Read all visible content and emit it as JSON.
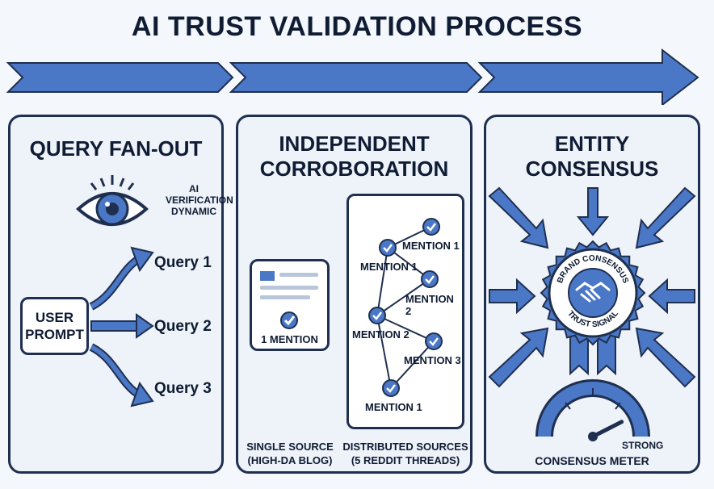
{
  "title": "AI TRUST VALIDATION PROCESS",
  "colors": {
    "accent": "#4a78c6",
    "dark": "#1f2f4f",
    "panel": "#eef2f9"
  },
  "panels": [
    {
      "title": "QUERY FAN-OUT",
      "eye_caption_1": "AI",
      "eye_caption_2": "VERIFICATION",
      "eye_caption_3": "DYNAMIC",
      "prompt_line1": "USER",
      "prompt_line2": "PROMPT",
      "queries": [
        "Query 1",
        "Query 2",
        "Query 3"
      ]
    },
    {
      "title_line1": "INDEPENDENT",
      "title_line2": "CORROBORATION",
      "single_card_label": "1 MENTION",
      "mentions": [
        "MENTION 1",
        "MENTION 1",
        "MENTION 2",
        "MENTION 2",
        "MENTION 3",
        "MENTION 1"
      ],
      "caption_left_1": "SINGLE SOURCE",
      "caption_left_2": "(HIGH-DA BLOG)",
      "caption_right_1": "DISTRIBUTED SOURCES",
      "caption_right_2": "(5 REDDIT THREADS)"
    },
    {
      "title_line1": "ENTITY",
      "title_line2": "CONSENSUS",
      "badge_top": "BRAND CONSENSUS",
      "badge_bottom": "TRUST SIGNAL",
      "meter_label": "STRONG",
      "meter_caption": "CONSENSUS METER",
      "meter_level": 0.85
    }
  ]
}
